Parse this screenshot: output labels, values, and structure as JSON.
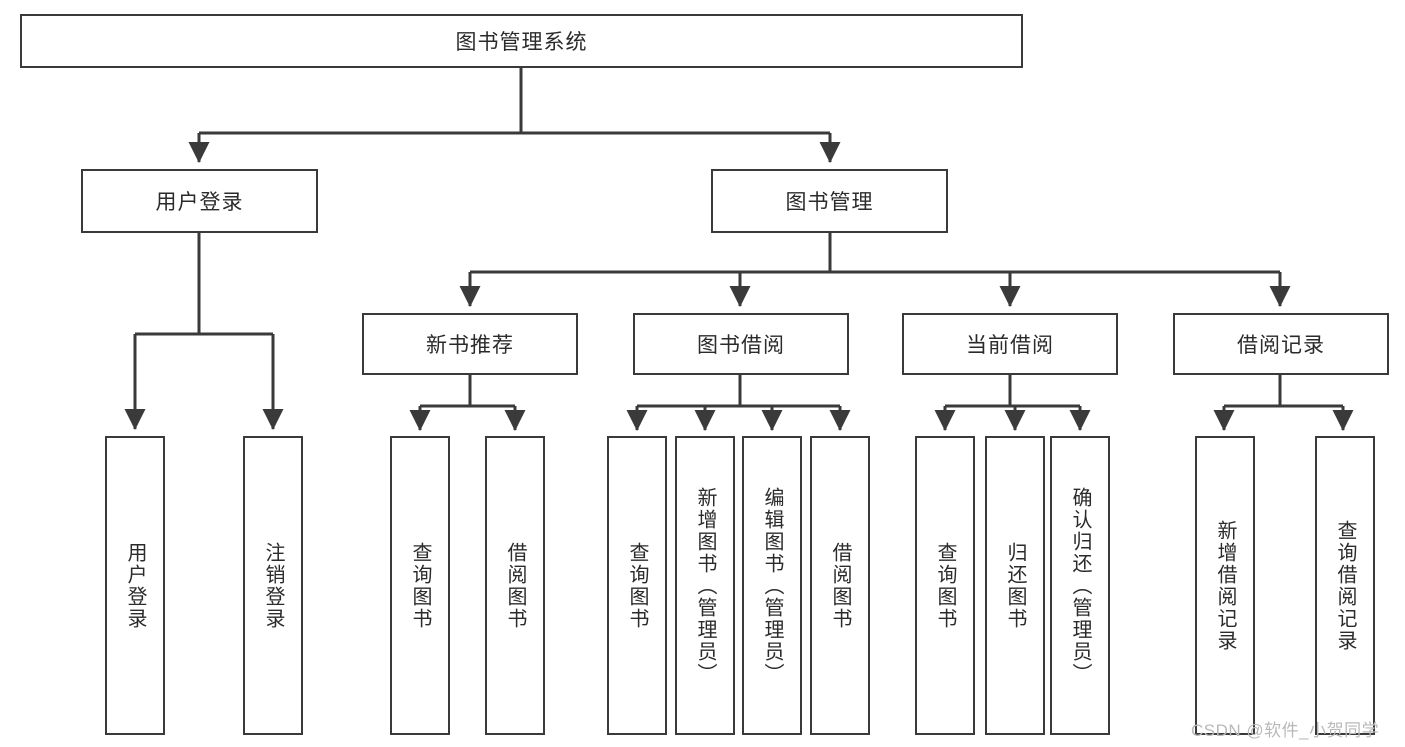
{
  "diagram": {
    "title": "图书管理系统",
    "watermark": "CSDN @软件_小贺同学",
    "line_color": "#3a3a3a",
    "box_fill": "#ffffff",
    "text_color": "#2b2b2b",
    "nodes": {
      "root": {
        "label": "图书管理系统",
        "level": 1,
        "orientation": "horizontal"
      },
      "l2_a": {
        "label": "用户登录",
        "level": 2,
        "orientation": "horizontal"
      },
      "l2_b": {
        "label": "图书管理",
        "level": 2,
        "orientation": "horizontal"
      },
      "l3_a": {
        "label": "新书推荐",
        "level": 3,
        "orientation": "horizontal"
      },
      "l3_b": {
        "label": "图书借阅",
        "level": 3,
        "orientation": "horizontal"
      },
      "l3_c": {
        "label": "当前借阅",
        "level": 3,
        "orientation": "horizontal"
      },
      "l3_d": {
        "label": "借阅记录",
        "level": 3,
        "orientation": "horizontal"
      },
      "leaf_1": {
        "label": "用户登录",
        "level": 4,
        "orientation": "vertical"
      },
      "leaf_2": {
        "label": "注销登录",
        "level": 4,
        "orientation": "vertical"
      },
      "leaf_3": {
        "label": "查询图书",
        "level": 4,
        "orientation": "vertical"
      },
      "leaf_4": {
        "label": "借阅图书",
        "level": 4,
        "orientation": "vertical"
      },
      "leaf_5": {
        "label": "查询图书",
        "level": 4,
        "orientation": "vertical"
      },
      "leaf_6": {
        "label": "新增图书（管理员）",
        "level": 4,
        "orientation": "vertical"
      },
      "leaf_7": {
        "label": "编辑图书（管理员）",
        "level": 4,
        "orientation": "vertical"
      },
      "leaf_8": {
        "label": "借阅图书",
        "level": 4,
        "orientation": "vertical"
      },
      "leaf_9": {
        "label": "查询图书",
        "level": 4,
        "orientation": "vertical"
      },
      "leaf_10": {
        "label": "归还图书",
        "level": 4,
        "orientation": "vertical"
      },
      "leaf_11": {
        "label": "确认归还（管理员）",
        "level": 4,
        "orientation": "vertical"
      },
      "leaf_12": {
        "label": "新增借阅记录",
        "level": 4,
        "orientation": "vertical"
      },
      "leaf_13": {
        "label": "查询借阅记录",
        "level": 4,
        "orientation": "vertical"
      }
    },
    "edges": [
      {
        "from": "root",
        "to": "l2_a"
      },
      {
        "from": "root",
        "to": "l2_b"
      },
      {
        "from": "l2_a",
        "to": "leaf_1"
      },
      {
        "from": "l2_a",
        "to": "leaf_2"
      },
      {
        "from": "l2_b",
        "to": "l3_a"
      },
      {
        "from": "l2_b",
        "to": "l3_b"
      },
      {
        "from": "l2_b",
        "to": "l3_c"
      },
      {
        "from": "l2_b",
        "to": "l3_d"
      },
      {
        "from": "l3_a",
        "to": "leaf_3"
      },
      {
        "from": "l3_a",
        "to": "leaf_4"
      },
      {
        "from": "l3_b",
        "to": "leaf_5"
      },
      {
        "from": "l3_b",
        "to": "leaf_6"
      },
      {
        "from": "l3_b",
        "to": "leaf_7"
      },
      {
        "from": "l3_b",
        "to": "leaf_8"
      },
      {
        "from": "l3_c",
        "to": "leaf_9"
      },
      {
        "from": "l3_c",
        "to": "leaf_10"
      },
      {
        "from": "l3_c",
        "to": "leaf_11"
      },
      {
        "from": "l3_d",
        "to": "leaf_12"
      },
      {
        "from": "l3_d",
        "to": "leaf_13"
      }
    ]
  }
}
